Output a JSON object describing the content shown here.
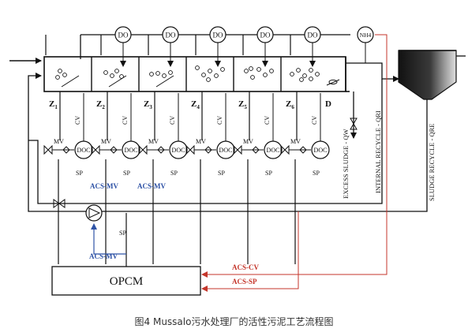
{
  "caption": "图4 Mussalo污水处理厂的活性污泥工艺流程图",
  "colors": {
    "line": "#111111",
    "blue": "#2f53a6",
    "red": "#c4362b",
    "clarifier_dark": "#222222"
  },
  "zones": [
    {
      "label": "Z",
      "sub": "1",
      "has_do": false
    },
    {
      "label": "Z",
      "sub": "2",
      "has_do": true
    },
    {
      "label": "Z",
      "sub": "3",
      "has_do": true
    },
    {
      "label": "Z",
      "sub": "4",
      "has_do": true
    },
    {
      "label": "Z",
      "sub": "5",
      "has_do": true
    },
    {
      "label": "Z",
      "sub": "6",
      "has_do": true
    }
  ],
  "do_label": "DO",
  "doc_label": "DOC",
  "mv_label": "MV",
  "cv_label": "CV",
  "sp_label": "SP",
  "d_label": "D",
  "nh4_label": "NH4",
  "acs_mv_label": "ACS-MV",
  "acs_cv_label": "ACS-CV",
  "acs_sp_label": "ACS-SP",
  "opcm_label": "OPCM",
  "excess_sludge_label": "EXCESS  SLUDGE - QW",
  "internal_recycle_label": "INTERNAL RECYCLE - QRI",
  "sludge_recycle_label": "SLUDGE RECYCLE - QRE"
}
